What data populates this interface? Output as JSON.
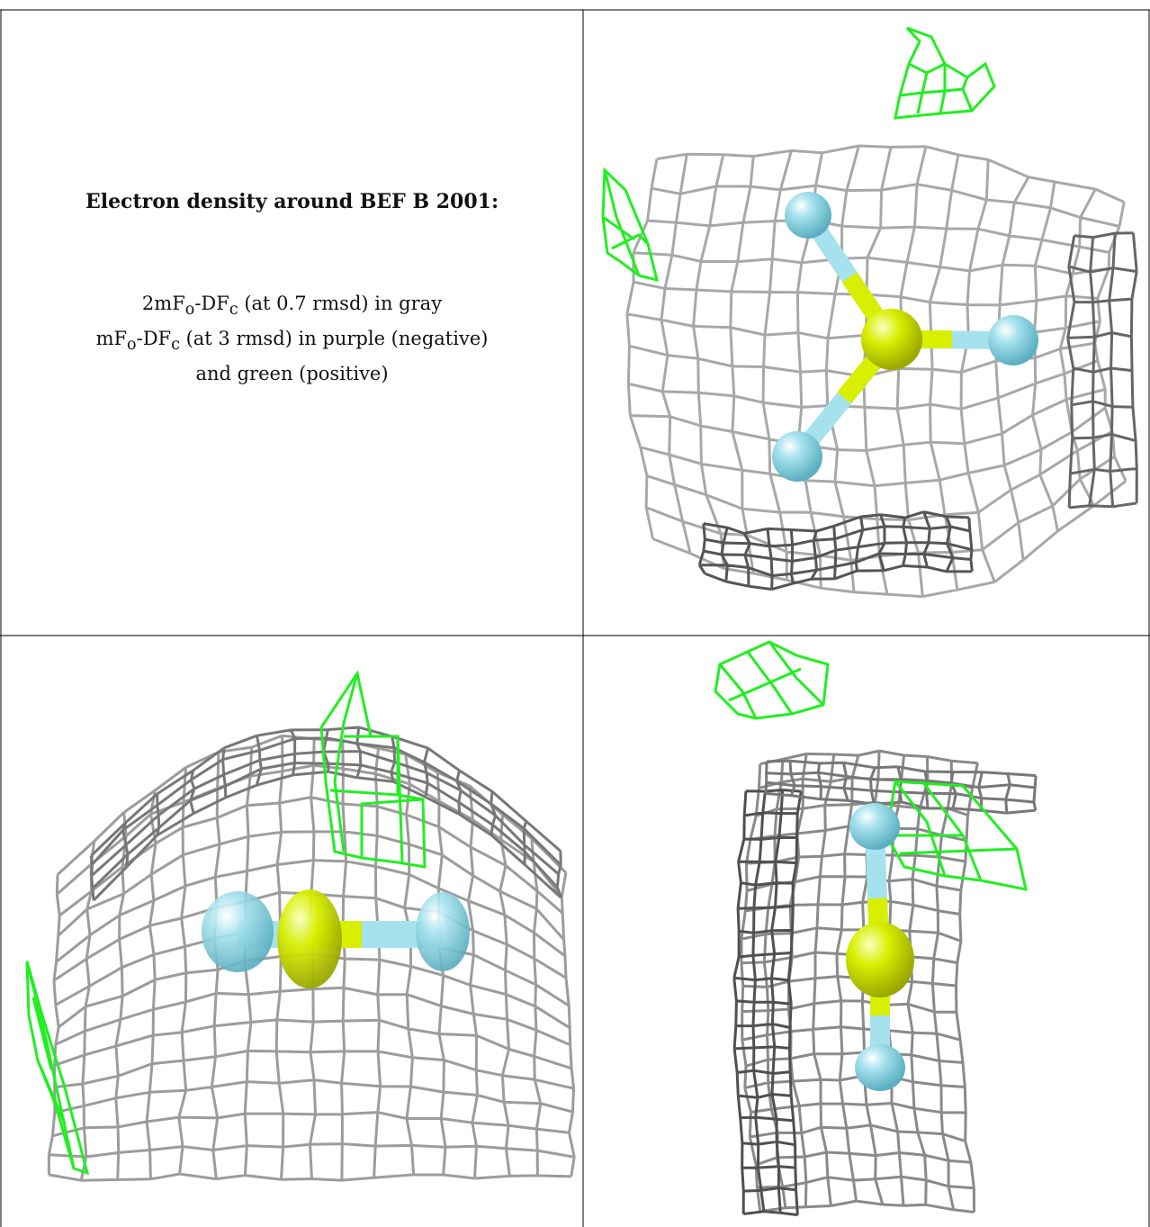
{
  "caption": {
    "title": "Electron density around BEF B 2001:",
    "line1_a": "2mF",
    "line1_sub1": "o",
    "line1_b": "-DF",
    "line1_sub2": "c",
    "line1_c": " (at 0.7 rmsd) in gray",
    "line2_a": "mF",
    "line2_sub1": "o",
    "line2_b": "-DF",
    "line2_sub2": "c",
    "line2_c": " (at 3 rmsd) in purple (negative)",
    "line3": "and green (positive)"
  },
  "colors": {
    "gray_mesh": "#9a9a9a",
    "dark_mesh": "#555555",
    "green_mesh": "#22ee22",
    "fluorine": "#a6e2ee",
    "beryllium": "#d8ef00"
  }
}
